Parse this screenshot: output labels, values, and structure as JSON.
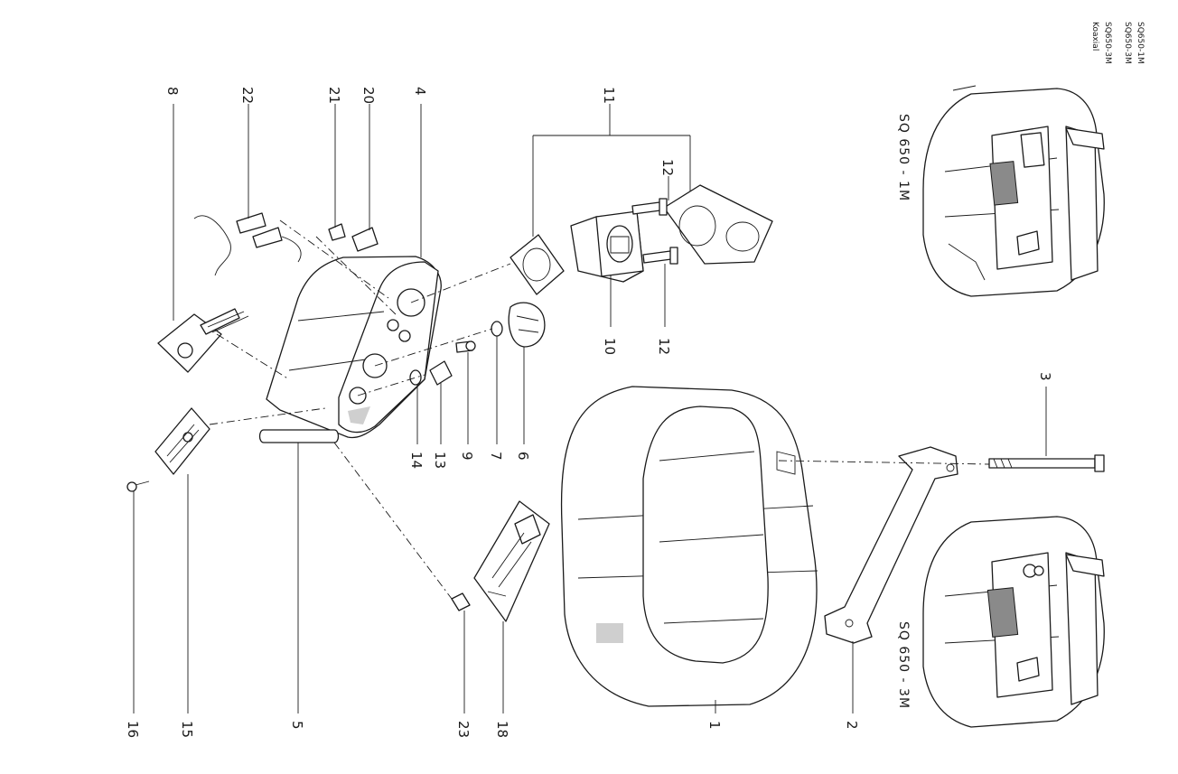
{
  "header_lines": [
    "SQ650-1M",
    "SQ650-3M",
    "SQ650-3M",
    "Koaxial"
  ],
  "model_labels": [
    "SQ 650 - 1M",
    "SQ 650 - 3M"
  ],
  "part_numbers": [
    "1",
    "2",
    "3",
    "4",
    "5",
    "6",
    "7",
    "8",
    "9",
    "10",
    "11",
    "12",
    "12",
    "13",
    "14",
    "15",
    "16",
    "18",
    "20",
    "21",
    "22",
    "23"
  ]
}
